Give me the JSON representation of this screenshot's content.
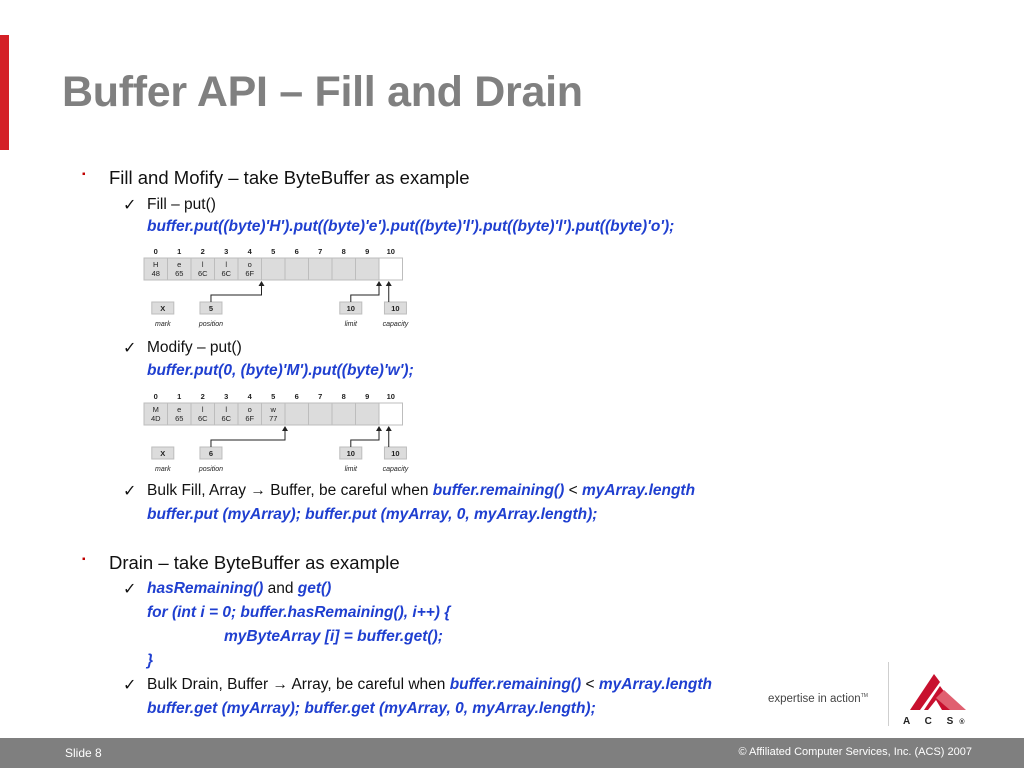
{
  "slide": {
    "title": "Buffer API – Fill and Drain",
    "footer_left": "Slide 8",
    "footer_right": "© Affiliated Computer Services, Inc. (ACS) 2007",
    "tagline": "expertise in action",
    "tagline_mark": "TM",
    "logo_text": "A C S",
    "logo_mark": "®"
  },
  "glyphs": {
    "bullet": "▪",
    "check": "✓",
    "arrow": "→"
  },
  "colors": {
    "accent": "#d42027",
    "code": "#1f3fd0",
    "footer": "#7f7f7f",
    "title": "#808080"
  },
  "content": {
    "fill_modify": {
      "heading": "Fill and Mofify – take ByteBuffer as example",
      "fill_label": "Fill – put()",
      "fill_code": "buffer.put((byte)'H').put((byte)'e').put((byte)'l').put((byte)'l').put((byte)'o');",
      "modify_label": "Modify – put()",
      "modify_code": "buffer.put(0, (byte)'M').put((byte)'w');",
      "bulk_fill_a": "Bulk Fill, Array",
      "bulk_fill_b": "Buffer, be careful when",
      "remaining": "buffer.remaining()",
      "lt": "<",
      "length": "myArray.length",
      "bulk_fill_code": "buffer.put (myArray); buffer.put (myArray, 0, myArray.length);"
    },
    "drain": {
      "heading": "Drain – take ByteBuffer as example",
      "has_remaining": "hasRemaining()",
      "and_word": "and",
      "get": "get()",
      "loop_line1": "for (int i = 0; buffer.hasRemaining(), i++) {",
      "loop_line2": "myByteArray [i] = buffer.get();",
      "loop_line3": "}",
      "bulk_drain_a": "Bulk Drain, Buffer",
      "bulk_drain_b": "Array, be careful when",
      "remaining": "buffer.remaining()",
      "lt": "<",
      "length": "myArray.length",
      "bulk_drain_code": "buffer.get (myArray); buffer.get (myArray, 0, myArray.length);"
    }
  },
  "diagrams": [
    {
      "indices": [
        "0",
        "1",
        "2",
        "3",
        "4",
        "5",
        "6",
        "7",
        "8",
        "9",
        "10"
      ],
      "chars": [
        "H",
        "e",
        "l",
        "l",
        "o",
        "",
        "",
        "",
        "",
        "",
        ""
      ],
      "hex": [
        "48",
        "65",
        "6C",
        "6C",
        "6F",
        "",
        "",
        "",
        "",
        "",
        ""
      ],
      "mark": "X",
      "position": "5",
      "limit": "10",
      "capacity": "10",
      "position_index": 5,
      "limit_index": 10,
      "capacity_index": 10,
      "labels": {
        "mark": "mark",
        "position": "position",
        "limit": "limit",
        "capacity": "capacity"
      }
    },
    {
      "indices": [
        "0",
        "1",
        "2",
        "3",
        "4",
        "5",
        "6",
        "7",
        "8",
        "9",
        "10"
      ],
      "chars": [
        "M",
        "e",
        "l",
        "l",
        "o",
        "w",
        "",
        "",
        "",
        "",
        ""
      ],
      "hex": [
        "4D",
        "65",
        "6C",
        "6C",
        "6F",
        "77",
        "",
        "",
        "",
        "",
        ""
      ],
      "mark": "X",
      "position": "6",
      "limit": "10",
      "capacity": "10",
      "position_index": 6,
      "limit_index": 10,
      "capacity_index": 10,
      "labels": {
        "mark": "mark",
        "position": "position",
        "limit": "limit",
        "capacity": "capacity"
      }
    }
  ]
}
